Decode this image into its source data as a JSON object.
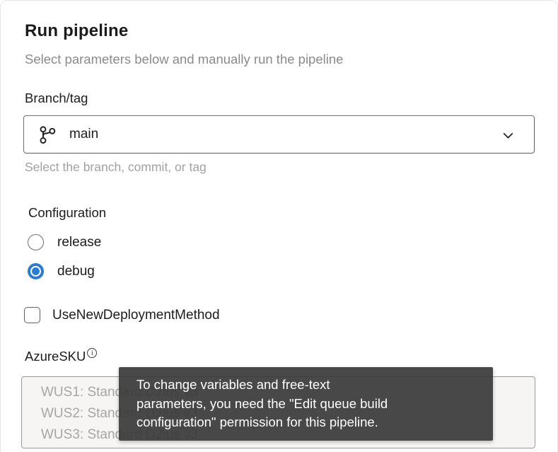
{
  "panel": {
    "title": "Run pipeline",
    "subtitle": "Select parameters below and manually run the pipeline"
  },
  "branch": {
    "label": "Branch/tag",
    "value": "main",
    "helper": "Select the branch, commit, or tag"
  },
  "configuration": {
    "label": "Configuration",
    "options": [
      {
        "label": "release",
        "selected": false
      },
      {
        "label": "debug",
        "selected": true
      }
    ]
  },
  "deployment_checkbox": {
    "label": "UseNewDeploymentMethod",
    "checked": false
  },
  "azure_sku": {
    "label": "AzureSKU",
    "options": [
      "WUS1: Standard D2ius v3",
      "WUS2: Standard D2ius v3",
      "WUS3: Standard D2ius v3"
    ],
    "disabled": true
  },
  "tooltip": {
    "lines": [
      "To change variables and free-text",
      "parameters, you need the \"Edit queue build",
      "configuration\" permission for this pipeline."
    ],
    "full_text": "To change variables and free-text parameters, you need the \"Edit queue build configuration\" permission for this pipeline."
  },
  "colors": {
    "accent_blue": "#2b7cd3",
    "tooltip_bg": "#3a3a3a",
    "helper_gray": "#a3a1a0",
    "disabled_text": "#a8a6a4"
  }
}
